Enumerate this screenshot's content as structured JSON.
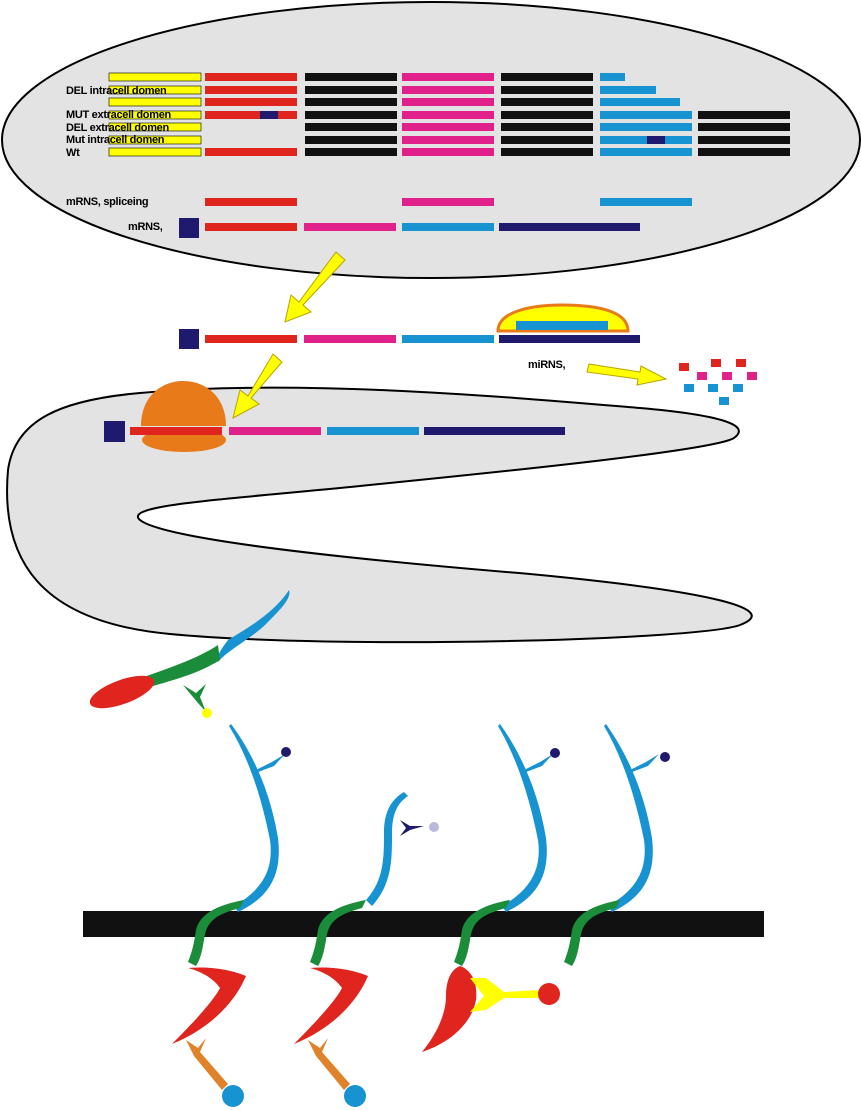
{
  "labels": {
    "isoforms": [
      "DEL intracell domen",
      "MUT extracell domen",
      "DEL extracell domen",
      "Mut intracell domen",
      "Wt"
    ],
    "mrna_splicing": "mRNS, spliceing",
    "mrna": "mRNS,",
    "mirna": "miRNS,"
  },
  "colors": {
    "exon1": "#ffff00",
    "exon2": "#e0251e",
    "exon3": "#111111",
    "exon4": "#e0218a",
    "exon5": "#111111",
    "exon6": "#1793d1",
    "utr": "#1f1a6e",
    "nucleus_fill": "#e3e3e3",
    "arrow": "#ffff00",
    "ribosome": "#e87a1a",
    "membrane": "#111111",
    "receptor_blue": "#1793d1",
    "receptor_green": "#1b8c3a",
    "receptor_red": "#e0251e",
    "ligand_navy": "#1f1a6e",
    "adaptor_orange": "#e0822a",
    "adaptor_yellow": "#ffff00"
  }
}
